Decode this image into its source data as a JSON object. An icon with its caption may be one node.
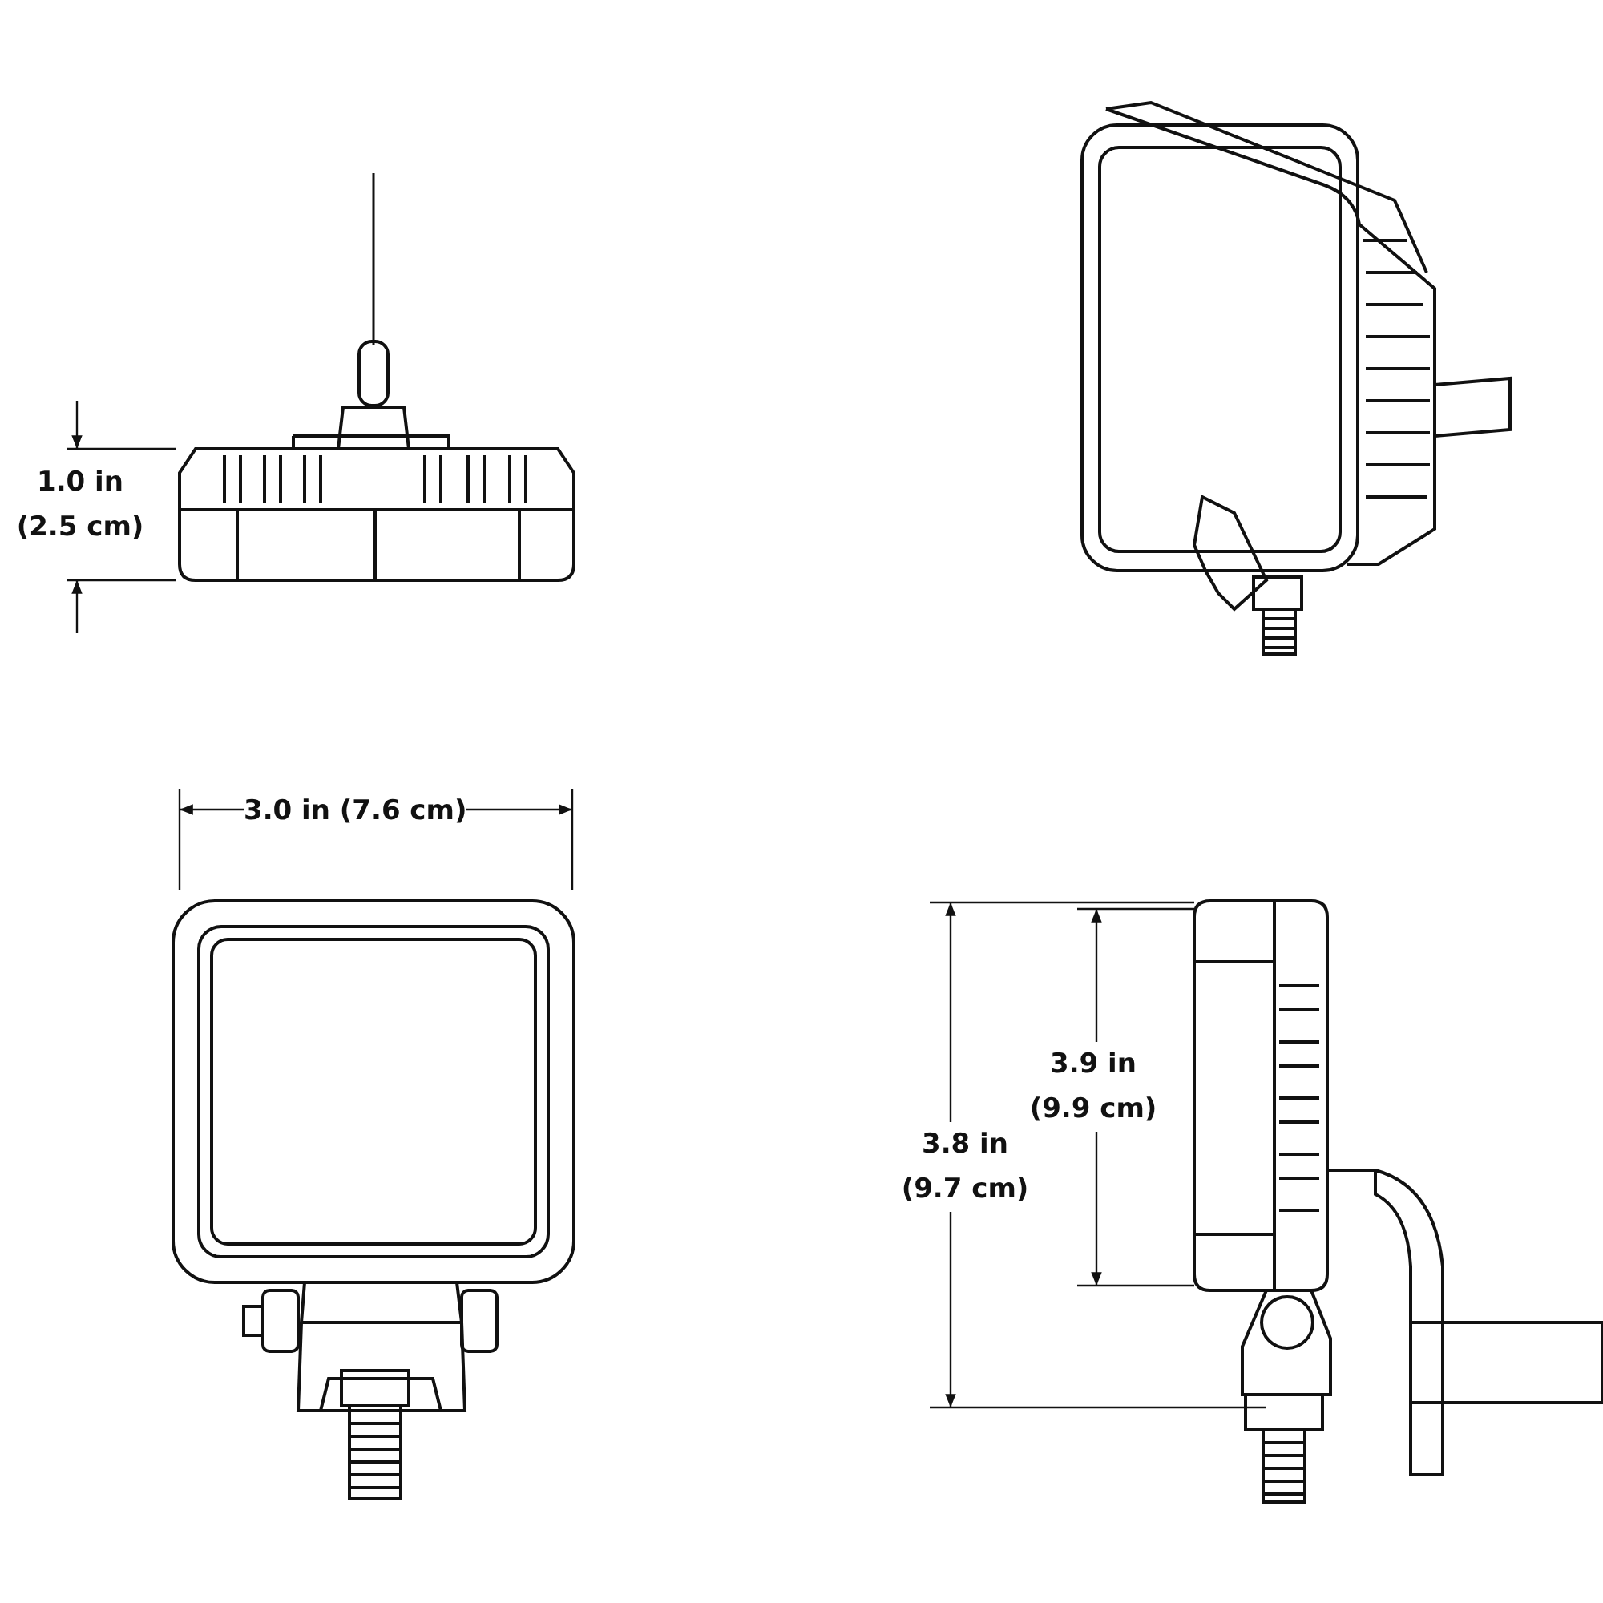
{
  "diagram": {
    "labels": [
      "1.0 in (2.5 cm)",
      "3.0 in (7.6 cm)",
      "3.9 in (9.9 cm)",
      "3.8 in (9.7 cm)"
    ]
  }
}
